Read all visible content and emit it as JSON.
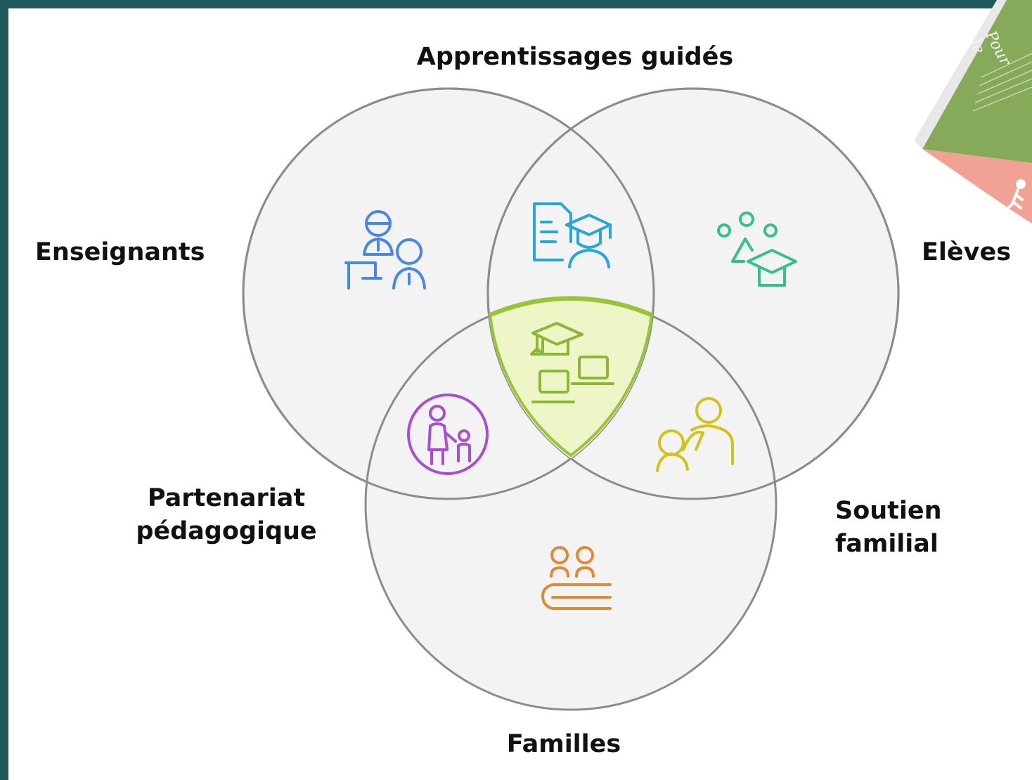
{
  "labels": {
    "top": "Apprentissages guidés",
    "left": "Enseignants",
    "right": "Elèves",
    "bottom_left": "Partenariat pédagogique",
    "bottom_right": "Soutien familial",
    "bottom": "Familles"
  },
  "leaflet": {
    "title": "Pour le"
  },
  "icons": {
    "teachers": "teacher-student-icon",
    "guided": "document-graduate-icon",
    "students": "students-graduation-icon",
    "center": "graduation-laptops-icon",
    "partnership": "parent-child-icon",
    "family_support": "family-support-icon",
    "families": "families-desk-icon"
  },
  "colors": {
    "frame": "#1e5a5c",
    "circle_fill": "#f3f3f3",
    "circle_stroke": "#8c8c8c",
    "center_fill": "#eef6c8",
    "center_stroke": "#98c43c",
    "teachers_icon": "#4a86e8",
    "guided_icon": "#2aa5d8",
    "students_icon": "#34c08a",
    "center_icon": "#8ab834",
    "partnership_icon": "#a64ed4",
    "family_support_icon": "#d4c21c",
    "families_icon": "#e08a36"
  }
}
